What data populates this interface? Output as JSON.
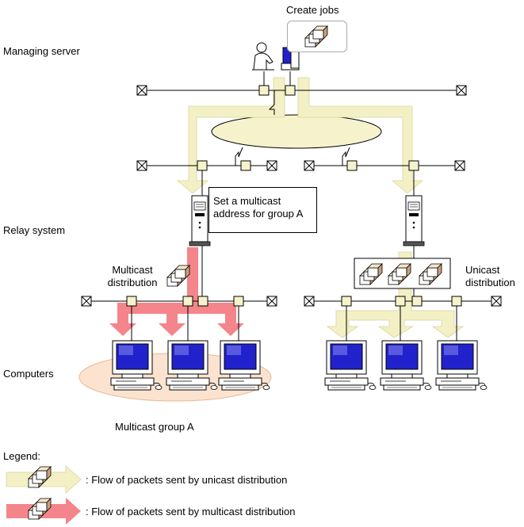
{
  "labels": {
    "create_jobs": "Create jobs",
    "managing_server": "Managing server",
    "relay_system": "Relay system",
    "computers": "Computers",
    "multicast_distribution_line1": "Multicast",
    "multicast_distribution_line2": "distribution",
    "unicast_distribution_line1": "Unicast",
    "unicast_distribution_line2": "distribution",
    "relay_note": "Set a multicast address for group A",
    "multicast_group": "Multicast group A"
  },
  "legend": {
    "title": "Legend:",
    "unicast": ": Flow of packets sent by unicast distribution",
    "multicast": ": Flow of packets sent by multicast distribution"
  },
  "colors": {
    "unicast_flow": "#f3f0c6",
    "unicast_flow_stroke": "#d9d49a",
    "multicast_flow": "#f4858b",
    "group_ellipse": "#fbe3d0",
    "group_ellipse_stroke": "#e9b894",
    "network_cloud": "#f6f3cc",
    "node_fill": "#f6f3cc",
    "screen": "#2222cc"
  },
  "icons": {
    "operator": "person-at-terminal-icon",
    "relay": "server-tower-icon",
    "pc": "desktop-computer-icon",
    "package": "package-boxes-icon",
    "terminator": "network-terminator-icon",
    "node": "network-node-icon",
    "router": "router-link-icon"
  }
}
